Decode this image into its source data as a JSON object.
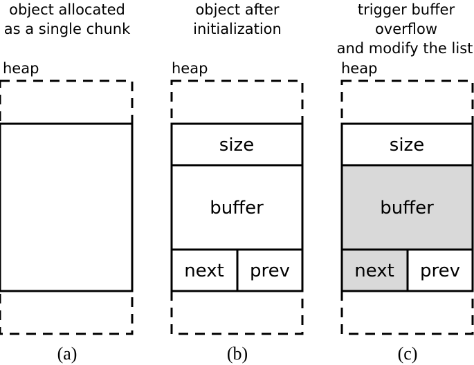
{
  "panels": [
    {
      "id": "a",
      "title_lines": [
        "object allocated",
        "as a single chunk"
      ],
      "heap_label": "heap",
      "caption": "(a)",
      "blocks": []
    },
    {
      "id": "b",
      "title_lines": [
        "object after",
        "initialization"
      ],
      "heap_label": "heap",
      "caption": "(b)",
      "blocks": [
        {
          "key": "size",
          "label": "size",
          "shaded": false
        },
        {
          "key": "buffer",
          "label": "buffer",
          "shaded": false
        },
        {
          "key": "next",
          "label": "next",
          "shaded": false
        },
        {
          "key": "prev",
          "label": "prev",
          "shaded": false
        }
      ]
    },
    {
      "id": "c",
      "title_lines": [
        "trigger buffer",
        "overflow",
        "and modify the list"
      ],
      "heap_label": "heap",
      "caption": "(c)",
      "blocks": [
        {
          "key": "size",
          "label": "size",
          "shaded": false
        },
        {
          "key": "buffer",
          "label": "buffer",
          "shaded": true
        },
        {
          "key": "next",
          "label": "next",
          "shaded": true
        },
        {
          "key": "prev",
          "label": "prev",
          "shaded": false
        }
      ]
    }
  ],
  "colors": {
    "stroke": "#000000",
    "shade": "#d9d9d9",
    "background": "#ffffff"
  }
}
